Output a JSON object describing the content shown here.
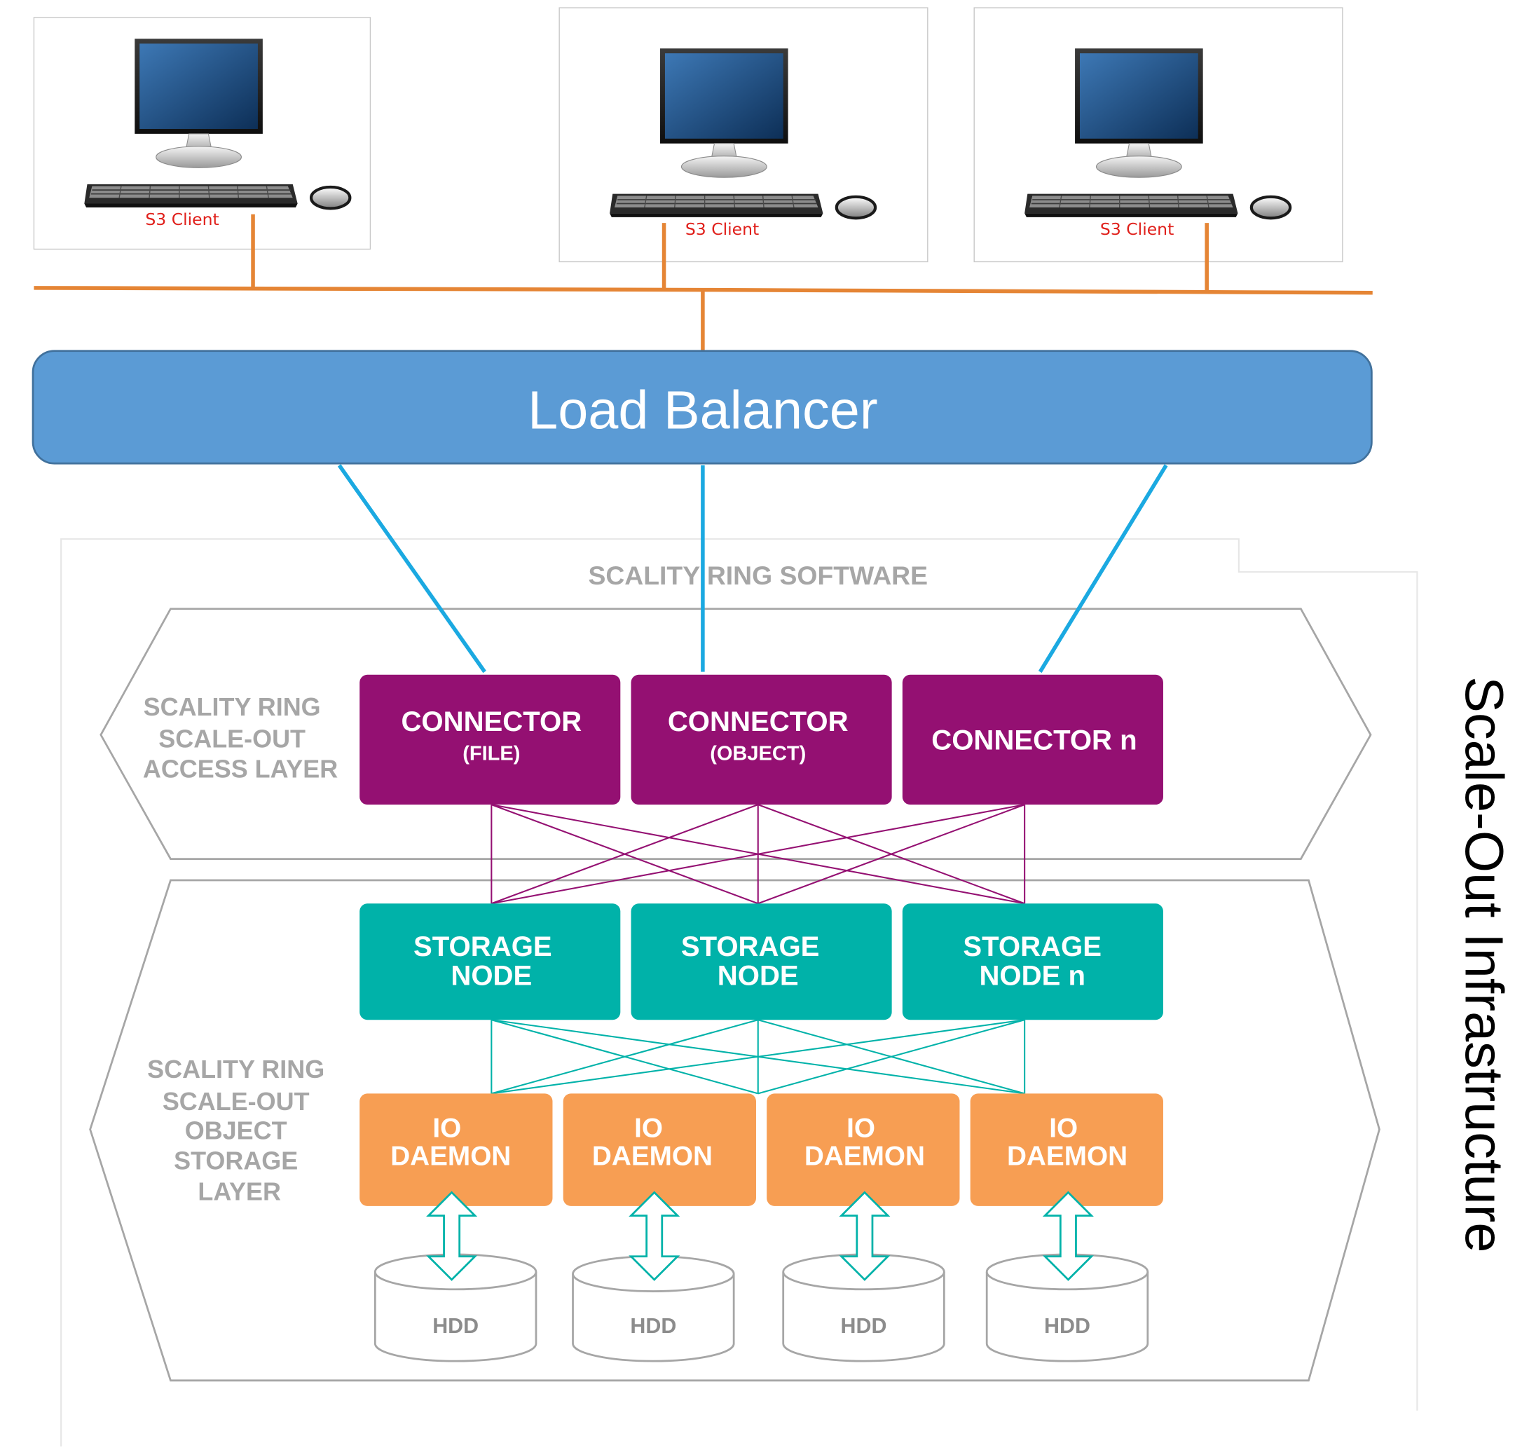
{
  "clients": [
    {
      "label": "S3 Client"
    },
    {
      "label": "S3 Client"
    },
    {
      "label": "S3 Client"
    }
  ],
  "load_balancer": {
    "label": "Load Balancer"
  },
  "ring": {
    "title": "SCALITY RING SOFTWARE",
    "access_layer": {
      "label": [
        "SCALITY RING",
        "SCALE-OUT",
        "ACCESS LAYER"
      ],
      "connectors": [
        {
          "title": "CONNECTOR",
          "subtitle": "(FILE)"
        },
        {
          "title": "CONNECTOR",
          "subtitle": "(OBJECT)"
        },
        {
          "title": "CONNECTOR n",
          "subtitle": ""
        }
      ]
    },
    "storage_layer": {
      "label": [
        "SCALITY RING",
        "SCALE-OUT",
        "OBJECT",
        "STORAGE",
        "LAYER"
      ],
      "storage_nodes": [
        {
          "lines": [
            "STORAGE",
            "NODE"
          ]
        },
        {
          "lines": [
            "STORAGE",
            "NODE"
          ]
        },
        {
          "lines": [
            "STORAGE",
            "NODE n"
          ]
        }
      ],
      "io_daemons": [
        {
          "lines": [
            "IO",
            "DAEMON"
          ]
        },
        {
          "lines": [
            "IO",
            "DAEMON"
          ]
        },
        {
          "lines": [
            "IO",
            "DAEMON"
          ]
        },
        {
          "lines": [
            "IO",
            "DAEMON"
          ]
        }
      ],
      "disks": [
        {
          "label": "HDD"
        },
        {
          "label": "HDD"
        },
        {
          "label": "HDD"
        },
        {
          "label": "HDD"
        }
      ]
    }
  },
  "side_label": "Scale-Out Infrastructure",
  "colors": {
    "network": "#e58535",
    "load_balancer": "#5b9bd5",
    "lb_link": "#1ba9e1",
    "connector": "#941072",
    "storage_node": "#00b2a9",
    "io_daemon": "#f79e53",
    "frame": "#a6a6a6"
  }
}
